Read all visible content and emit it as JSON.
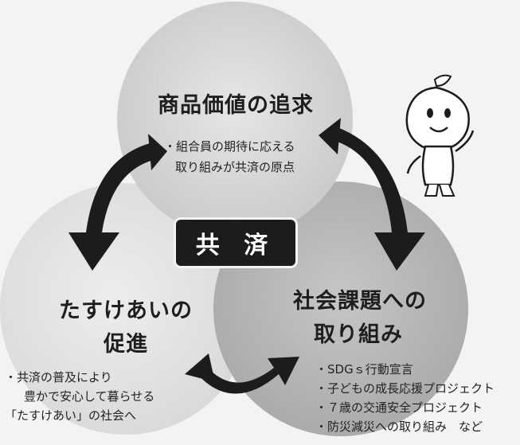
{
  "diagram": {
    "center_label": "共 済",
    "top_circle": {
      "title": "商品価値の追求",
      "notes": [
        "・組合員の期待に応える",
        "取り組みが共済の原点"
      ]
    },
    "left_circle": {
      "title_line1": "たすけあいの",
      "title_line2": "促進",
      "notes": [
        "・共済の普及により",
        "豊かで安心して暮らせる",
        "「たすけあい」の社会へ"
      ]
    },
    "right_circle": {
      "title_line1": "社会課題への",
      "title_line2": "取り組み",
      "notes": [
        "・SDGｓ行動宣言",
        "・子どもの成長応援プロジェクト",
        "・７歳の交通安全プロジェクト",
        "・防災減災への取り組み　など"
      ]
    },
    "mascot": "water-drop-mascot"
  }
}
